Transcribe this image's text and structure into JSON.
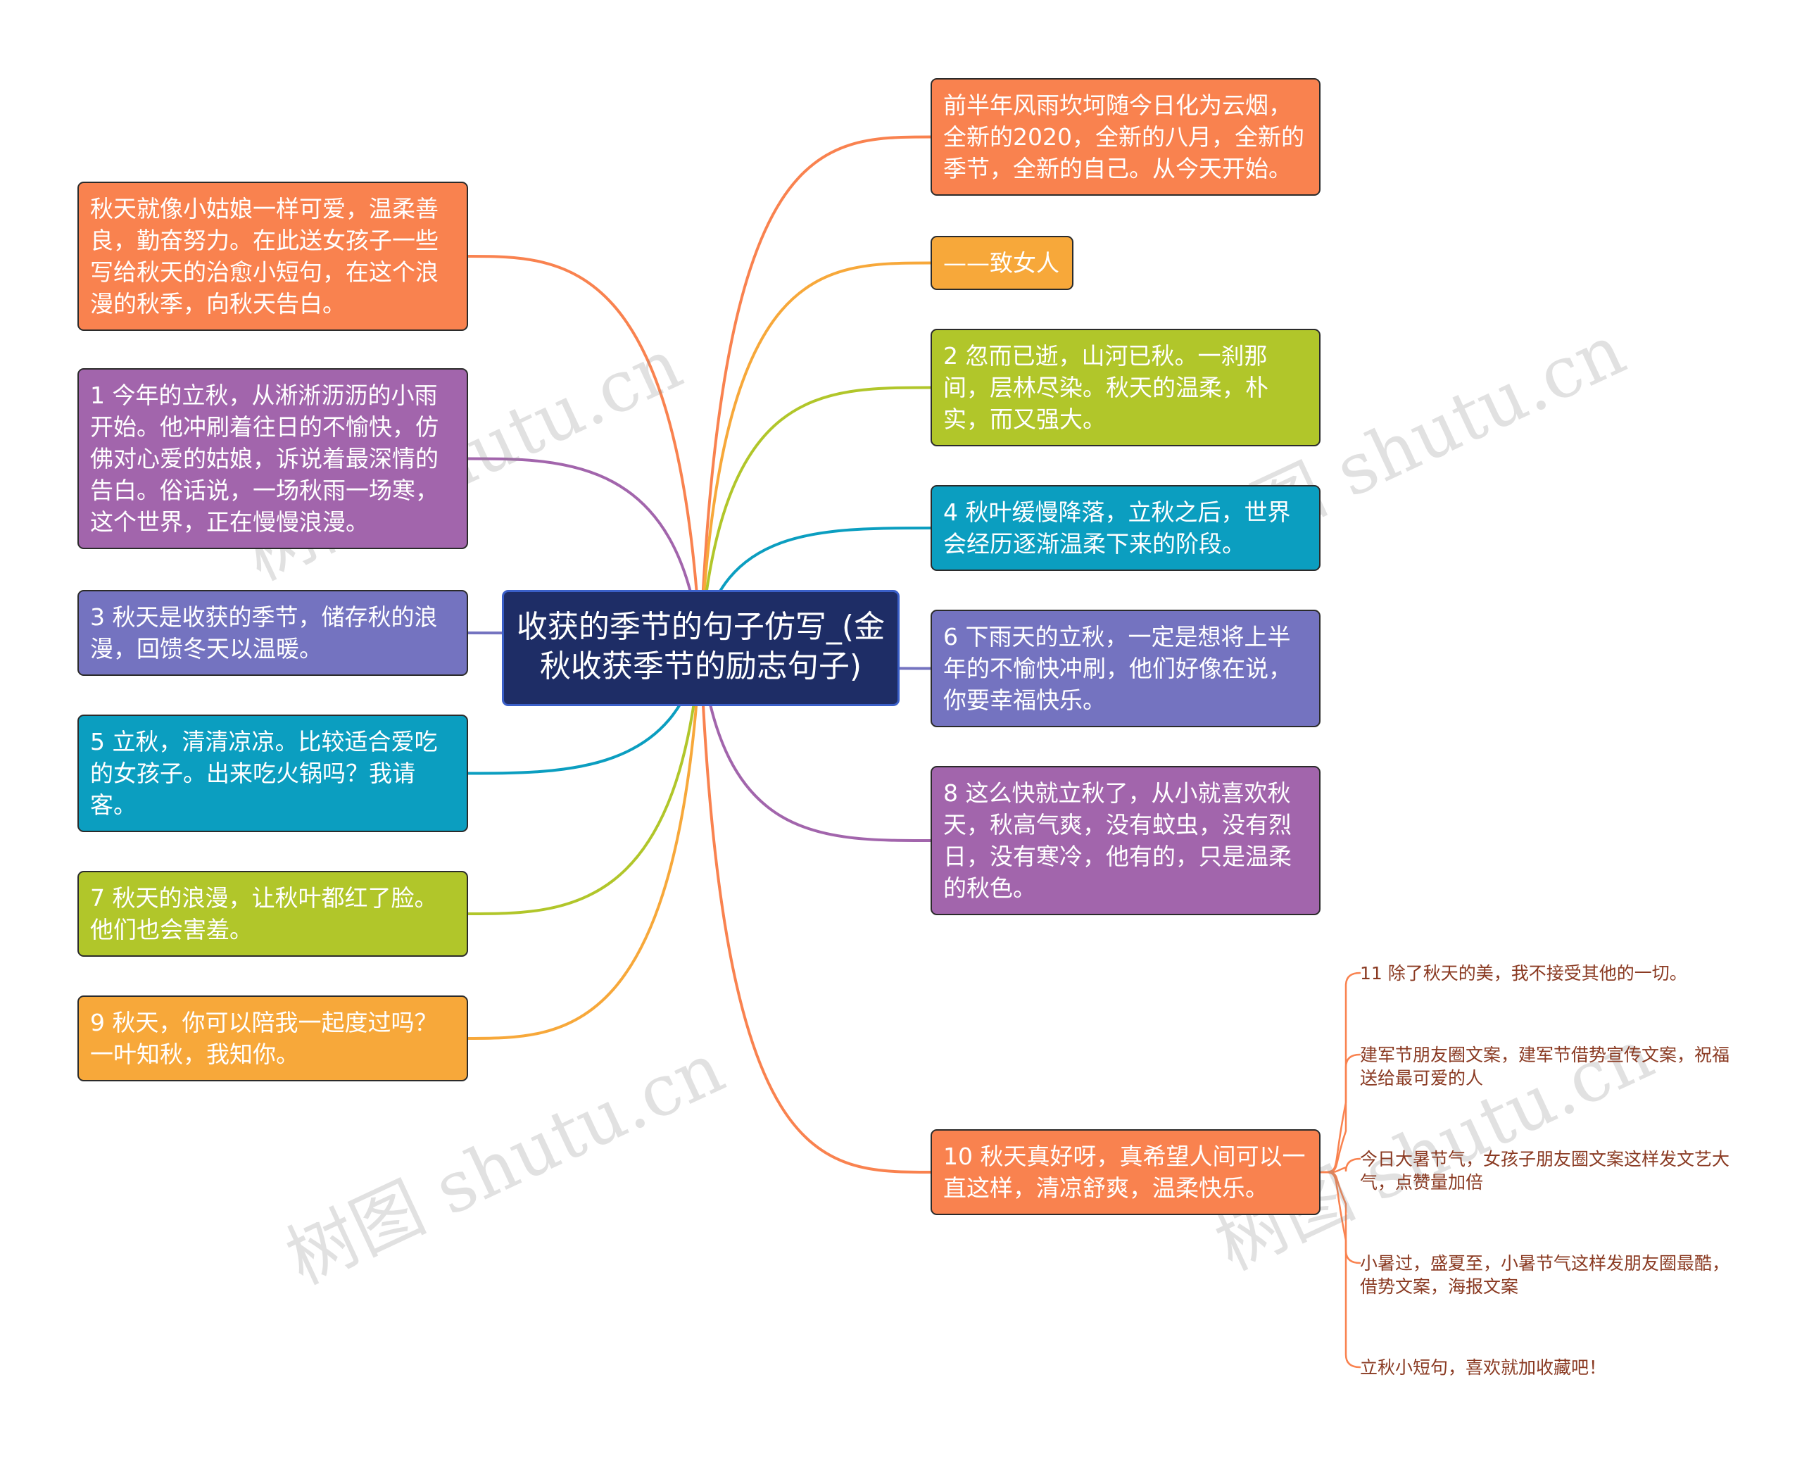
{
  "root": {
    "title": "收获的季节的句子仿写_(金秋收获季节的励志句子)"
  },
  "colors": {
    "orange": "#f9824f",
    "yellow": "#f7a83a",
    "green": "#b1c62a",
    "teal": "#0b9ec0",
    "blue": "#7473c0",
    "purple": "#a265ac",
    "root": "#1e2d66",
    "leaf_text": "#8a3a22"
  },
  "left_nodes": [
    {
      "text": "秋天就像小姑娘一样可爱，温柔善良，勤奋努力。在此送女孩子一些写给秋天的治愈小短句，在这个浪漫的秋季，向秋天告白。",
      "color": "orange"
    },
    {
      "text": "1 今年的立秋，从淅淅沥沥的小雨开始。他冲刷着往日的不愉快，仿佛对心爱的姑娘，诉说着最深情的告白。俗话说，一场秋雨一场寒，这个世界，正在慢慢浪漫。",
      "color": "purple"
    },
    {
      "text": "3 秋天是收获的季节，储存秋的浪漫，回馈冬天以温暖。",
      "color": "blue"
    },
    {
      "text": "5 立秋，清清凉凉。比较适合爱吃的女孩子。出来吃火锅吗？我请客。",
      "color": "teal"
    },
    {
      "text": "7 秋天的浪漫，让秋叶都红了脸。他们也会害羞。",
      "color": "green"
    },
    {
      "text": "9 秋天，你可以陪我一起度过吗？一叶知秋，我知你。",
      "color": "yellow"
    }
  ],
  "right_nodes": [
    {
      "text": "前半年风雨坎坷随今日化为云烟，全新的2020，全新的八月，全新的季节，全新的自己。从今天开始。",
      "color": "orange"
    },
    {
      "text": "——致女人",
      "color": "yellow"
    },
    {
      "text": "2 忽而已逝，山河已秋。一刹那间，层林尽染。秋天的温柔，朴实，而又强大。",
      "color": "green"
    },
    {
      "text": "4 秋叶缓慢降落，立秋之后，世界会经历逐渐温柔下来的阶段。",
      "color": "teal"
    },
    {
      "text": "6 下雨天的立秋，一定是想将上半年的不愉快冲刷，他们好像在说，你要幸福快乐。",
      "color": "blue"
    },
    {
      "text": "8 这么快就立秋了，从小就喜欢秋天，秋高气爽，没有蚊虫，没有烈日，没有寒冷，他有的，只是温柔的秋色。",
      "color": "purple"
    },
    {
      "text": "10 秋天真好呀，真希望人间可以一直这样，清凉舒爽，温柔快乐。",
      "color": "orange"
    }
  ],
  "leaf_nodes": [
    {
      "text": "11 除了秋天的美，我不接受其他的一切。"
    },
    {
      "text": "建军节朋友圈文案，建军节借势宣传文案，祝福送给最可爱的人"
    },
    {
      "text": "今日大暑节气，女孩子朋友圈文案这样发文艺大气，点赞量加倍"
    },
    {
      "text": "小暑过，盛夏至，小暑节气这样发朋友圈最酷，借势文案，海报文案"
    },
    {
      "text": "立秋小短句，喜欢就加收藏吧！"
    }
  ],
  "watermarks": [
    "树图 shutu.cn",
    "树图 shutu.cn",
    "树图 shutu.cn",
    "树图 shutu.cn"
  ]
}
